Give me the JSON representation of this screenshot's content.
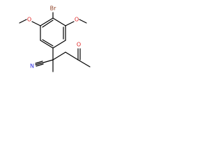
{
  "molecule": {
    "atoms": {
      "bromine": "Br",
      "methoxy_left": "O",
      "methoxy_right": "O",
      "nitrile_nitrogen": "N",
      "ketone_oxygen": "O"
    },
    "colors": {
      "bond": "#000000",
      "bromine": "#8b3d1f",
      "oxygen": "#e01f1f",
      "nitrogen": "#2a2ae0"
    }
  }
}
